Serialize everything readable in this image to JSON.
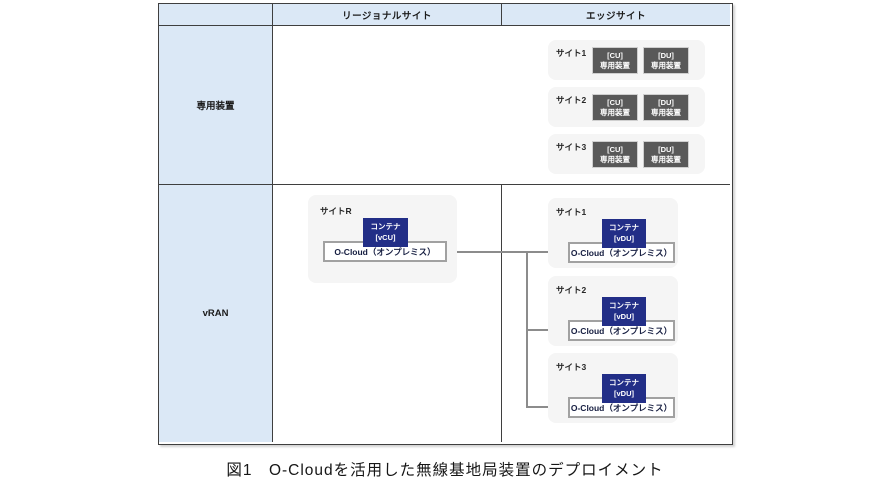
{
  "figure": {
    "caption": "図1　O-Cloudを活用した無線基地局装置のデプロイメント"
  },
  "table": {
    "header": {
      "regional": "リージョナルサイト",
      "edge": "エッジサイト"
    },
    "row_labels": {
      "dedicated": "専用装置",
      "vran": "vRAN"
    }
  },
  "dedicated_row": {
    "sites": [
      {
        "name": "サイト1",
        "boxes": [
          {
            "line1": "[CU]",
            "line2": "専用装置"
          },
          {
            "line1": "[DU]",
            "line2": "専用装置"
          }
        ]
      },
      {
        "name": "サイト2",
        "boxes": [
          {
            "line1": "[CU]",
            "line2": "専用装置"
          },
          {
            "line1": "[DU]",
            "line2": "専用装置"
          }
        ]
      },
      {
        "name": "サイト3",
        "boxes": [
          {
            "line1": "[CU]",
            "line2": "専用装置"
          },
          {
            "line1": "[DU]",
            "line2": "専用装置"
          }
        ]
      }
    ]
  },
  "vran_row": {
    "regional_site": {
      "name": "サイトR",
      "container": {
        "line1": "コンテナ",
        "line2": "[vCU]"
      },
      "platform": "O-Cloud（オンプレミス）"
    },
    "edge_sites": [
      {
        "name": "サイト1",
        "container": {
          "line1": "コンテナ",
          "line2": "[vDU]"
        },
        "platform": "O-Cloud（オンプレミス）"
      },
      {
        "name": "サイト2",
        "container": {
          "line1": "コンテナ",
          "line2": "[vDU]"
        },
        "platform": "O-Cloud（オンプレミス）"
      },
      {
        "name": "サイト3",
        "container": {
          "line1": "コンテナ",
          "line2": "[vDU]"
        },
        "platform": "O-Cloud（オンプレミス）"
      }
    ]
  },
  "colors": {
    "header_fill": "#dbe8f6",
    "container_box": "#222e87",
    "device_box": "#595959",
    "site_box": "#f5f5f5",
    "table_border": "#3f3f3f",
    "connector": "#8c8c8c",
    "ocloud_border": "#a1a1a1",
    "ocloud_text": "#151d40"
  }
}
